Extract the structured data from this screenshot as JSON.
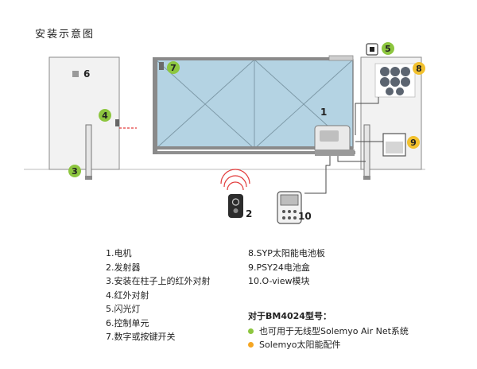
{
  "title": "安装示意图",
  "markers": {
    "m1": "1",
    "m2": "2",
    "m3": "3",
    "m4": "4",
    "m5": "5",
    "m6": "6",
    "m7": "7",
    "m8": "8",
    "m9": "9",
    "m10": "10"
  },
  "legend_left": [
    "1.电机",
    "2.发射器",
    "3.安装在柱子上的红外对射",
    "4.红外对射",
    "5.闪光灯",
    "6.控制单元",
    "7.数字或按键开关"
  ],
  "legend_right": [
    "8.SYP太阳能电池板",
    "9.PSY24电池盒",
    "10.O-view模块"
  ],
  "note": {
    "title": "对于BM4024型号：",
    "items": [
      {
        "text": "也可用于无线型Solemyo Air Net系统",
        "color": "#8dc63f"
      },
      {
        "text": "Solemyo太阳能配件",
        "color": "#f5a623"
      }
    ]
  },
  "colors": {
    "marker_green": "#8dc63f",
    "marker_yellow": "#f2c12e",
    "gate_fill": "#b4d3e3",
    "wall_fill": "#f2f2f2",
    "cable": "#4a4a4a",
    "infrared": "#e23b3b"
  }
}
